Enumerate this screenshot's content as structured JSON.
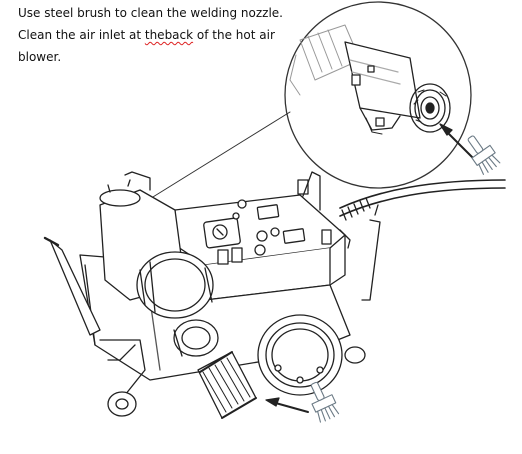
{
  "instructions": {
    "line1": "Use steel brush to clean the welding nozzle.",
    "line2_before": "Clean  the air inlet at ",
    "line2_flagged": "theback",
    "line2_after": " of the hot air",
    "line3": "blower."
  },
  "icons": {
    "brush_top": "steel-brush-icon",
    "brush_bottom": "steel-brush-icon"
  }
}
